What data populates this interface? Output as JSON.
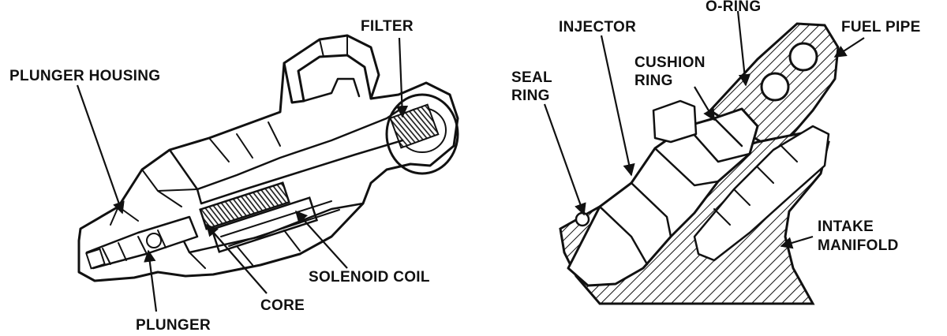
{
  "left_diagram": {
    "labels": {
      "filter": "FILTER",
      "plunger_housing": "PLUNGER HOUSING",
      "solenoid_coil": "SOLENOID COIL",
      "core": "CORE",
      "plunger": "PLUNGER"
    }
  },
  "right_diagram": {
    "labels": {
      "o_ring": "O-RING",
      "injector": "INJECTOR",
      "fuel_pipe": "FUEL PIPE",
      "cushion_ring_line1": "CUSHION",
      "cushion_ring_line2": "RING",
      "seal_ring_line1": "SEAL",
      "seal_ring_line2": "RING",
      "intake_manifold_line1": "INTAKE",
      "intake_manifold_line2": "MANIFOLD"
    }
  }
}
